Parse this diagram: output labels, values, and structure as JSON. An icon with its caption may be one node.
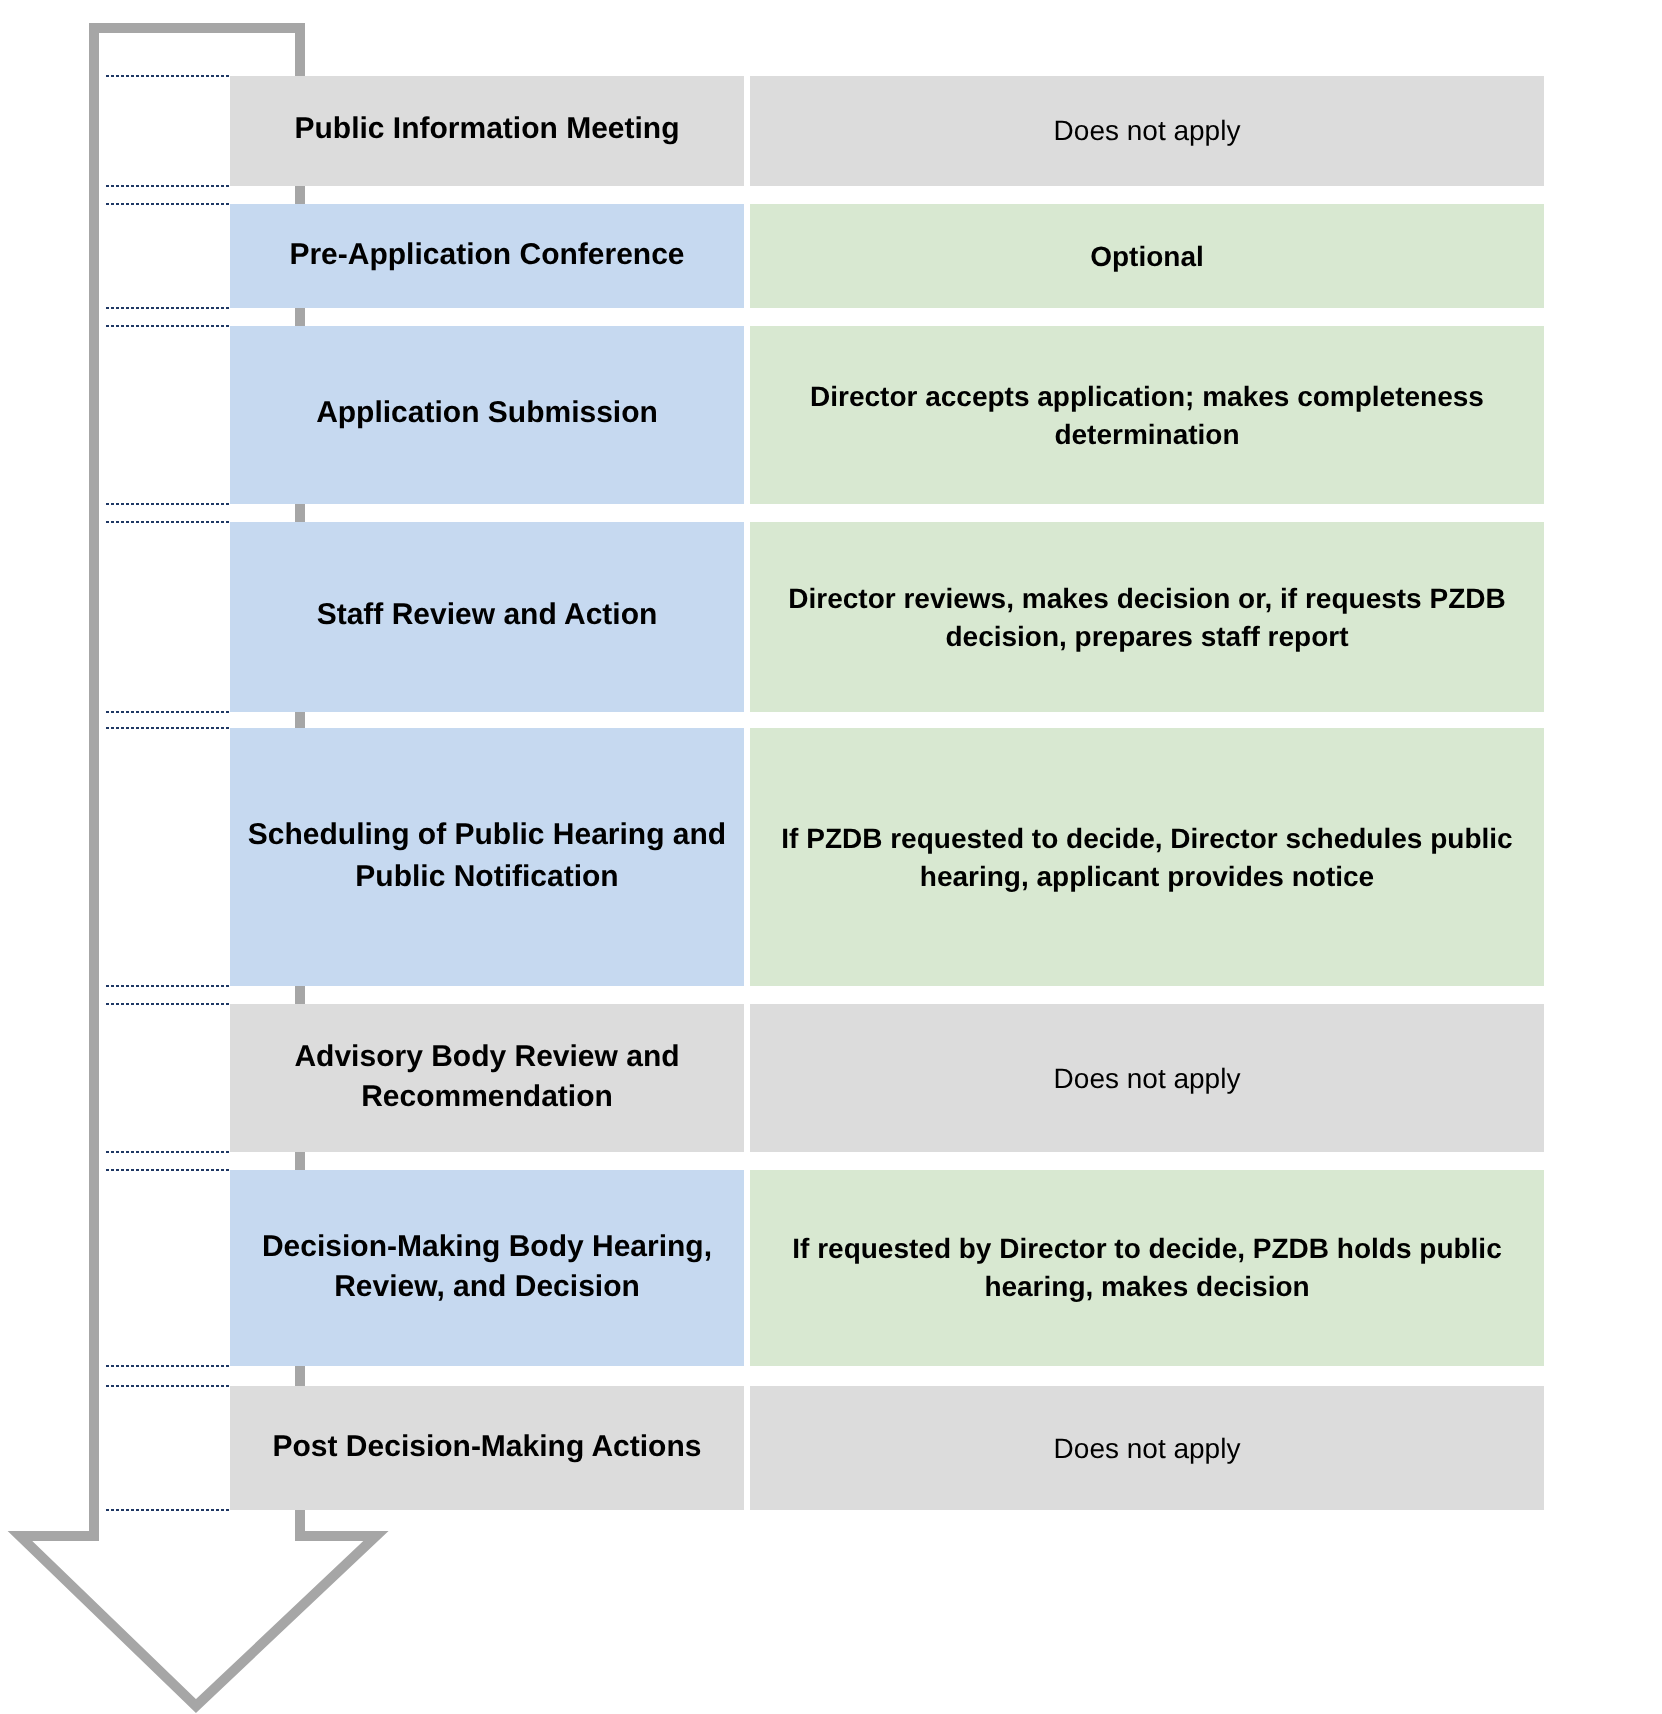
{
  "diagram": {
    "nodes": [
      {
        "text": [
          "Public Information Meeting"
        ]
      },
      {
        "text": [
          "Does not apply"
        ]
      },
      {
        "text": [
          "Pre-Application Conference"
        ]
      },
      {
        "text": [
          "Optional"
        ]
      },
      {
        "text": [
          "Application Submission"
        ]
      },
      {
        "text": [
          "Director accepts application; makes completeness determination"
        ]
      },
      {
        "text": [
          "Staff Review and Action"
        ]
      },
      {
        "text": [
          "Director reviews, makes decision or, if requests PZDB decision, prepares staff report"
        ]
      },
      {
        "text": [
          "Scheduling of Public Hearing and Public Notification"
        ]
      },
      {
        "text": [
          "If PZDB requested to decide, Director schedules public hearing, applicant provides notice"
        ]
      },
      {
        "text": [
          "Advisory Body Review and Recommendation"
        ]
      },
      {
        "text": [
          "Does not apply"
        ]
      },
      {
        "text": [
          "Decision-Making Body Hearing, Review, and Decision"
        ]
      },
      {
        "text": [
          "If requested by Director to decide, PZDB holds public hearing, makes decision"
        ]
      },
      {
        "text": [
          "Post Decision-Making Actions"
        ]
      },
      {
        "text": [
          "Does not apply"
        ]
      }
    ]
  }
}
